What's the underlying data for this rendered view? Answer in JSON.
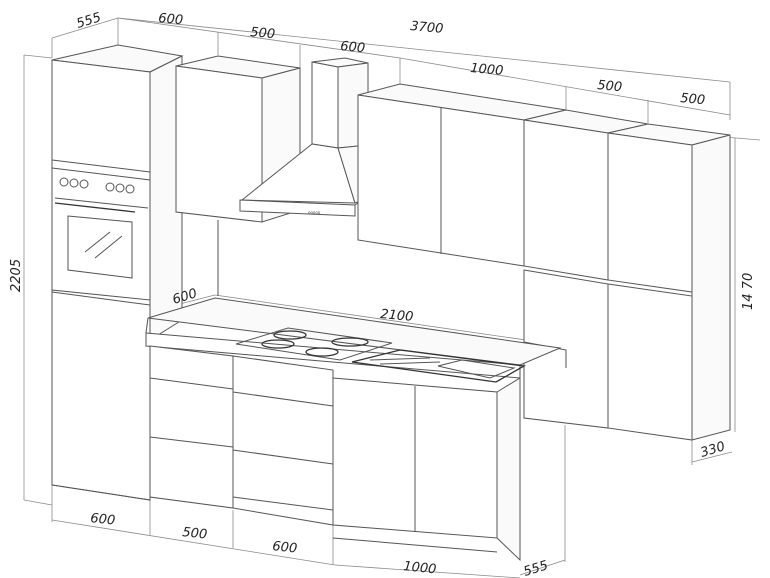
{
  "diagram": {
    "subject": "Kitchen unit dimension drawing",
    "units": "mm",
    "dimensions": {
      "tall_depth": "555",
      "tall_width": "600",
      "wall_left_width": "500",
      "hood_width": "600",
      "total_width": "3700",
      "wall_mid_width": "1000",
      "wall_r1_width": "500",
      "wall_r2_width": "500",
      "tall_height": "2205",
      "wall_height": "14 70",
      "worktop_depth": "600",
      "worktop_width": "2100",
      "wall_depth": "330",
      "base_tall_width": "600",
      "base_drawer1_width": "500",
      "base_drawer2_width": "600",
      "base_sink_width": "1000",
      "base_depth": "555"
    }
  }
}
